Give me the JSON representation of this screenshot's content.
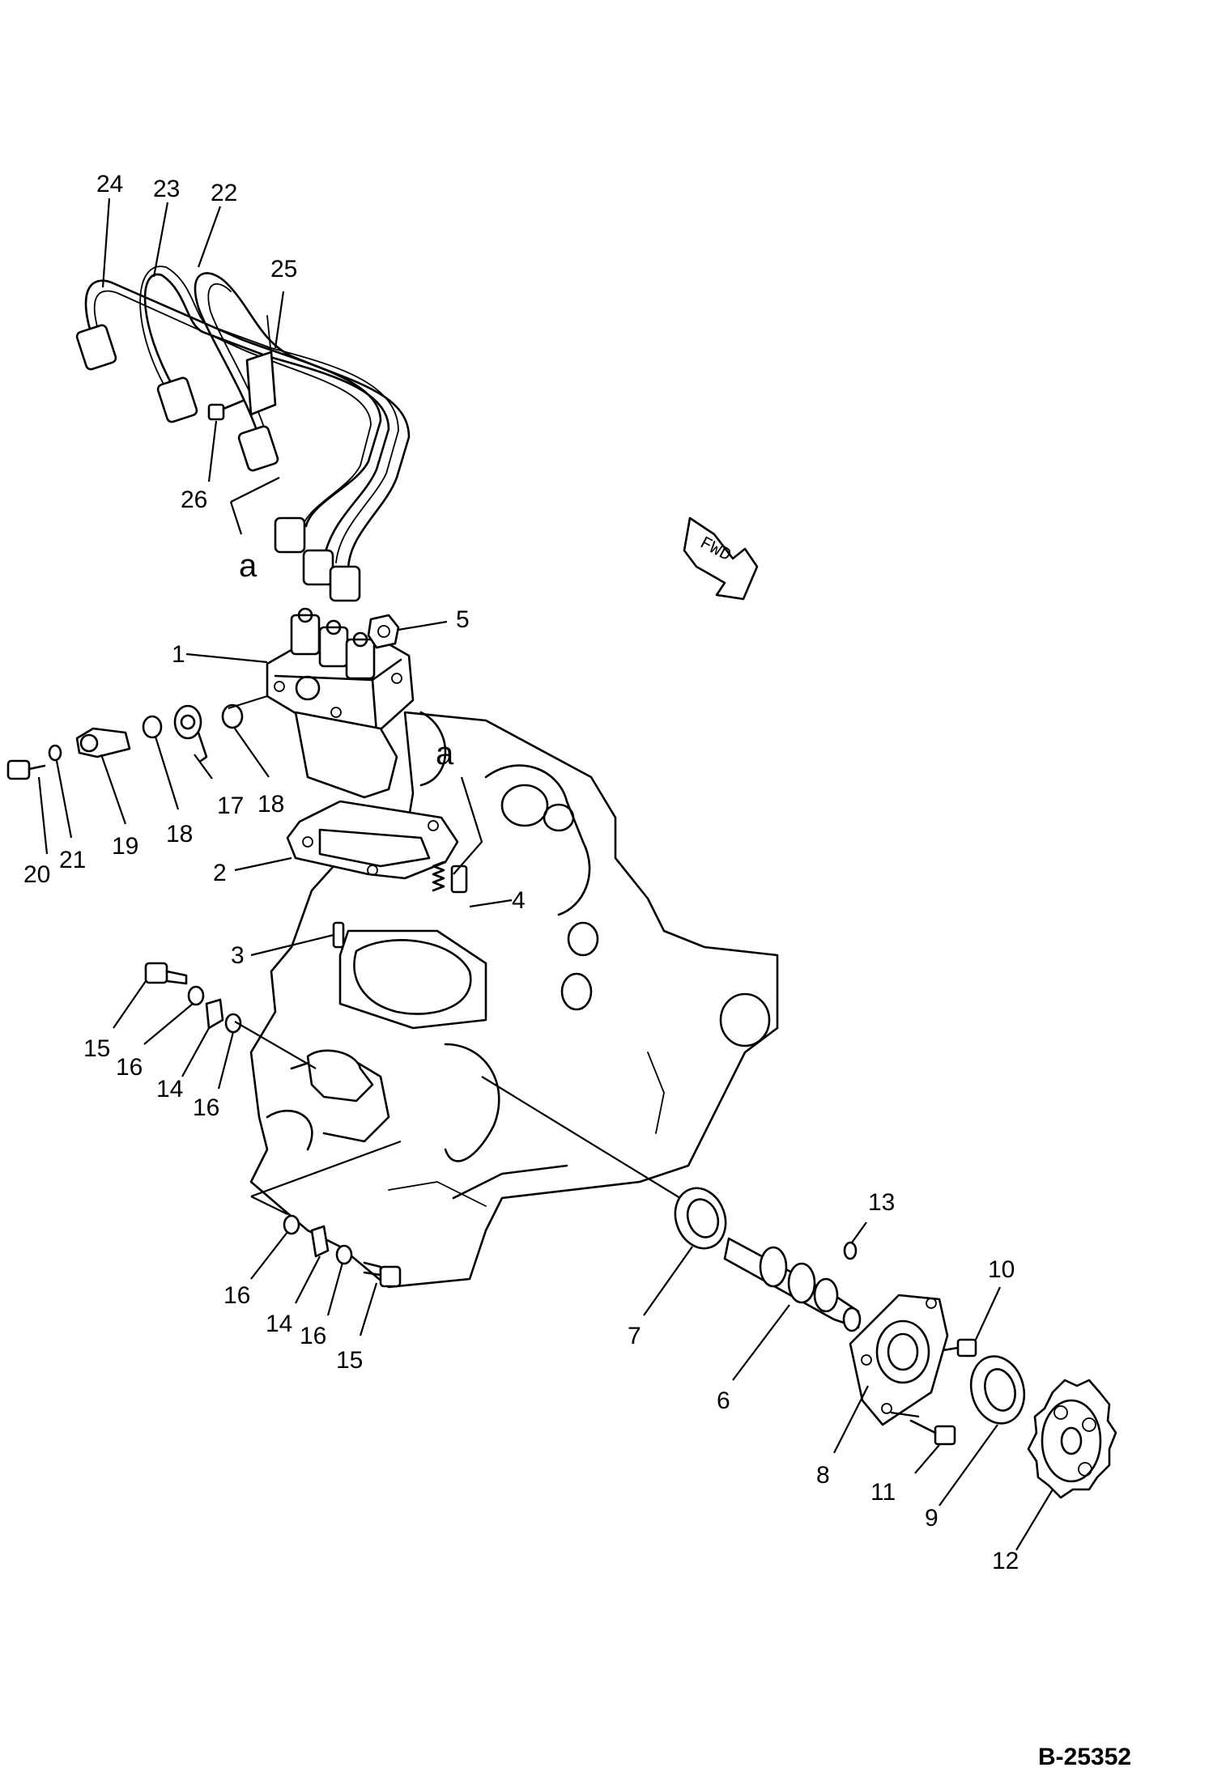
{
  "figure": {
    "code": "B-25352",
    "direction_label": "FWD",
    "ref_letter": "a"
  },
  "callouts": [
    {
      "id": "c1",
      "text": "1"
    },
    {
      "id": "c2",
      "text": "2"
    },
    {
      "id": "c3",
      "text": "3"
    },
    {
      "id": "c4",
      "text": "4"
    },
    {
      "id": "c5",
      "text": "5"
    },
    {
      "id": "c6",
      "text": "6"
    },
    {
      "id": "c7",
      "text": "7"
    },
    {
      "id": "c8",
      "text": "8"
    },
    {
      "id": "c9",
      "text": "9"
    },
    {
      "id": "c10",
      "text": "10"
    },
    {
      "id": "c11",
      "text": "11"
    },
    {
      "id": "c12",
      "text": "12"
    },
    {
      "id": "c13",
      "text": "13"
    },
    {
      "id": "c14a",
      "text": "14"
    },
    {
      "id": "c14b",
      "text": "14"
    },
    {
      "id": "c15a",
      "text": "15"
    },
    {
      "id": "c15b",
      "text": "15"
    },
    {
      "id": "c16a",
      "text": "16"
    },
    {
      "id": "c16b",
      "text": "16"
    },
    {
      "id": "c16c",
      "text": "16"
    },
    {
      "id": "c16d",
      "text": "16"
    },
    {
      "id": "c17",
      "text": "17"
    },
    {
      "id": "c18a",
      "text": "18"
    },
    {
      "id": "c18b",
      "text": "18"
    },
    {
      "id": "c19",
      "text": "19"
    },
    {
      "id": "c20",
      "text": "20"
    },
    {
      "id": "c21",
      "text": "21"
    },
    {
      "id": "c22",
      "text": "22"
    },
    {
      "id": "c23",
      "text": "23"
    },
    {
      "id": "c24",
      "text": "24"
    },
    {
      "id": "c25",
      "text": "25"
    },
    {
      "id": "c26",
      "text": "26"
    }
  ]
}
